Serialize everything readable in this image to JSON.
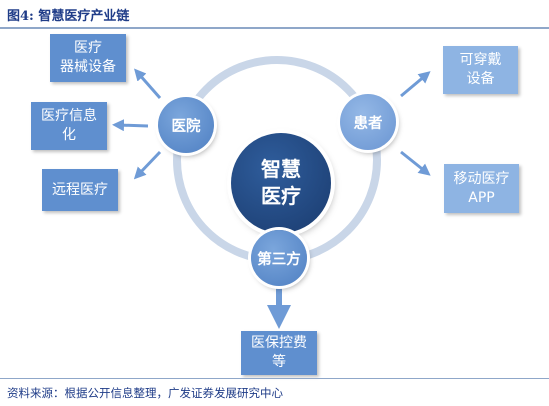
{
  "figure": {
    "title": "图4:  智慧医疗产业链",
    "source": "资料来源：根据公开信息整理，广发证券发展研究中心"
  },
  "center": {
    "label": "智慧\n医疗"
  },
  "nodes": {
    "hospital": "医院",
    "patient": "患者",
    "third_party": "第三方"
  },
  "boxes": {
    "medical_equipment": "医疗\n器械设备",
    "medical_informatization": "医疗信息\n化",
    "telemedicine": "远程医疗",
    "wearable_devices": "可穿戴\n设备",
    "mobile_medical_app": "移动医疗\nAPP",
    "medical_insurance_fees": "医保控费\n等"
  },
  "colors": {
    "ring": "#c9d6e8",
    "arrow": "#6f9bd6",
    "dark_box": "#5f8fcf",
    "light_box": "#8eb4e3",
    "center": "#1f467f",
    "title": "#1f3c88"
  }
}
